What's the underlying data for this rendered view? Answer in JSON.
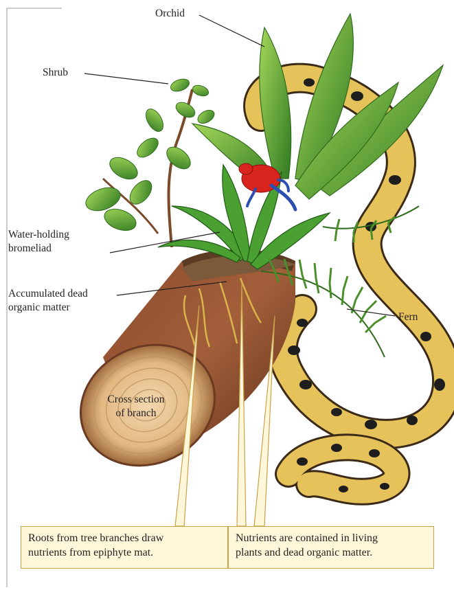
{
  "labels": {
    "orchid": "Orchid",
    "shrub": "Shrub",
    "bromeliad_line1": "Water-holding",
    "bromeliad_line2": "bromeliad",
    "dead_matter_line1": "Accumulated dead",
    "dead_matter_line2": "organic matter",
    "fern": "Fern",
    "cross_section_line1": "Cross section",
    "cross_section_line2": "of branch"
  },
  "callouts": {
    "roots": {
      "line1": "Roots from tree branches draw",
      "line2": "nutrients from epiphyte mat."
    },
    "nutrients": {
      "line1": "Nutrients are contained in living",
      "line2": "plants and dead organic matter."
    }
  },
  "colors": {
    "callout_fill": "#fff7d9",
    "callout_border": "#c9a24a",
    "leader_line": "#231f20",
    "wood_dark": "#6b3a22",
    "wood_light": "#e8c79a",
    "leaf_green": "#3f8f2a",
    "snake_yellow": "#e6c35a",
    "frog_red": "#d9241e",
    "frog_blue": "#2c4fb0"
  }
}
